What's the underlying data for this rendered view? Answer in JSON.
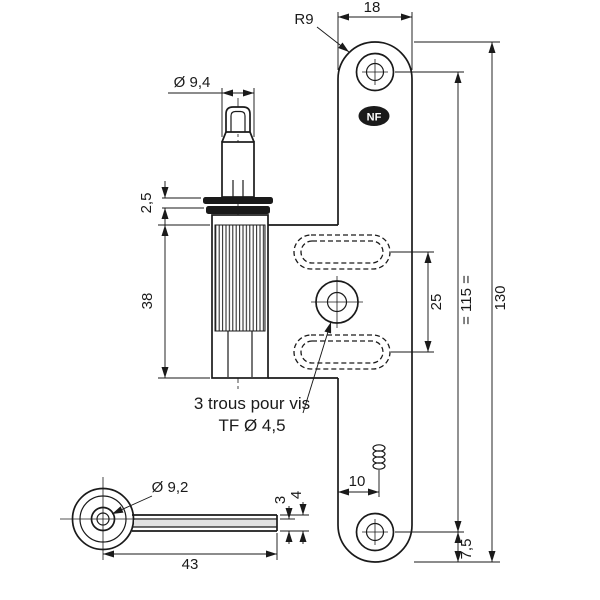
{
  "labels": {
    "top_width": "18",
    "corner_radius": "R9",
    "pin_diameter": "Ø 9,4",
    "washer_thickness": "2,5",
    "barrel_length": "38",
    "slot_spacing": "25",
    "hole_spacing": "= 115 =",
    "overall_height": "130",
    "bottom_hole_offset": "7,5",
    "edge_offset": "10",
    "note_line1": "3 trous pour vis",
    "note_line2": "TF Ø 4,5",
    "logo": "NF",
    "knuckle_hole_diameter": "Ø 9,2",
    "leaf_length": "43",
    "plate_thickness": "3",
    "leaf_height": "4"
  },
  "colors": {
    "ink": "#1a1a1a",
    "background": "#ffffff"
  }
}
